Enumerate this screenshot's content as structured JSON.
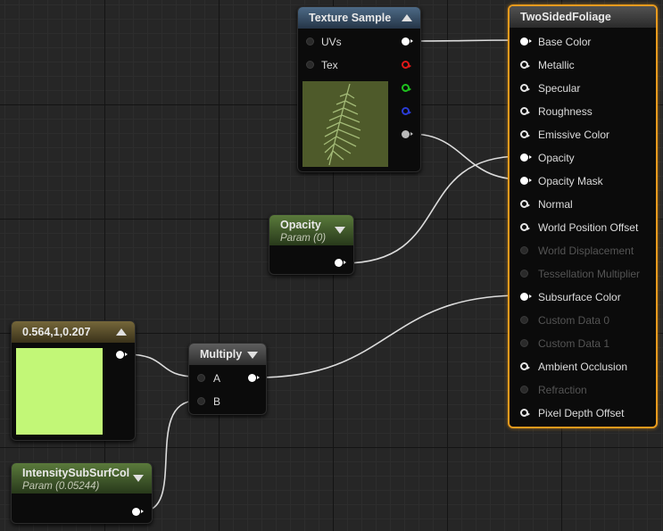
{
  "texture_sample": {
    "title": "Texture Sample",
    "inputs": [
      "UVs",
      "Tex"
    ],
    "outputs": [
      "rgb",
      "r",
      "g",
      "b",
      "a"
    ]
  },
  "material": {
    "title": "TwoSidedFoliage",
    "pins": [
      {
        "label": "Base Color",
        "enabled": true,
        "connected": true
      },
      {
        "label": "Metallic",
        "enabled": true,
        "connected": false
      },
      {
        "label": "Specular",
        "enabled": true,
        "connected": false
      },
      {
        "label": "Roughness",
        "enabled": true,
        "connected": false
      },
      {
        "label": "Emissive Color",
        "enabled": true,
        "connected": false
      },
      {
        "label": "Opacity",
        "enabled": true,
        "connected": true
      },
      {
        "label": "Opacity Mask",
        "enabled": true,
        "connected": true
      },
      {
        "label": "Normal",
        "enabled": true,
        "connected": false
      },
      {
        "label": "World Position Offset",
        "enabled": true,
        "connected": false
      },
      {
        "label": "World Displacement",
        "enabled": false,
        "connected": false
      },
      {
        "label": "Tessellation Multiplier",
        "enabled": false,
        "connected": false
      },
      {
        "label": "Subsurface Color",
        "enabled": true,
        "connected": true
      },
      {
        "label": "Custom Data 0",
        "enabled": false,
        "connected": false
      },
      {
        "label": "Custom Data 1",
        "enabled": false,
        "connected": false
      },
      {
        "label": "Ambient Occlusion",
        "enabled": true,
        "connected": false
      },
      {
        "label": "Refraction",
        "enabled": false,
        "connected": false
      },
      {
        "label": "Pixel Depth Offset",
        "enabled": true,
        "connected": false
      }
    ]
  },
  "opacity_param": {
    "title": "Opacity",
    "subtitle": "Param (0)"
  },
  "color_constant": {
    "title": "0.564,1,0.207",
    "swatch_color": "#c2f777"
  },
  "multiply": {
    "title": "Multiply",
    "input_a": "A",
    "input_b": "B"
  },
  "intensity_param": {
    "title": "IntensitySubSurfCol",
    "subtitle": "Param (0.05244)"
  },
  "colors": {
    "selection_outline": "#e89a1d",
    "wire": "#dcdcdc",
    "texture_header": "#3f5a75",
    "parameter_header": "#4f6f33",
    "constant_header": "#6b5e33"
  },
  "icons": [
    "collapse-up-arrow-icon",
    "expand-down-arrow-icon",
    "pin-circle-icon",
    "fern-leaf-texture-preview"
  ]
}
